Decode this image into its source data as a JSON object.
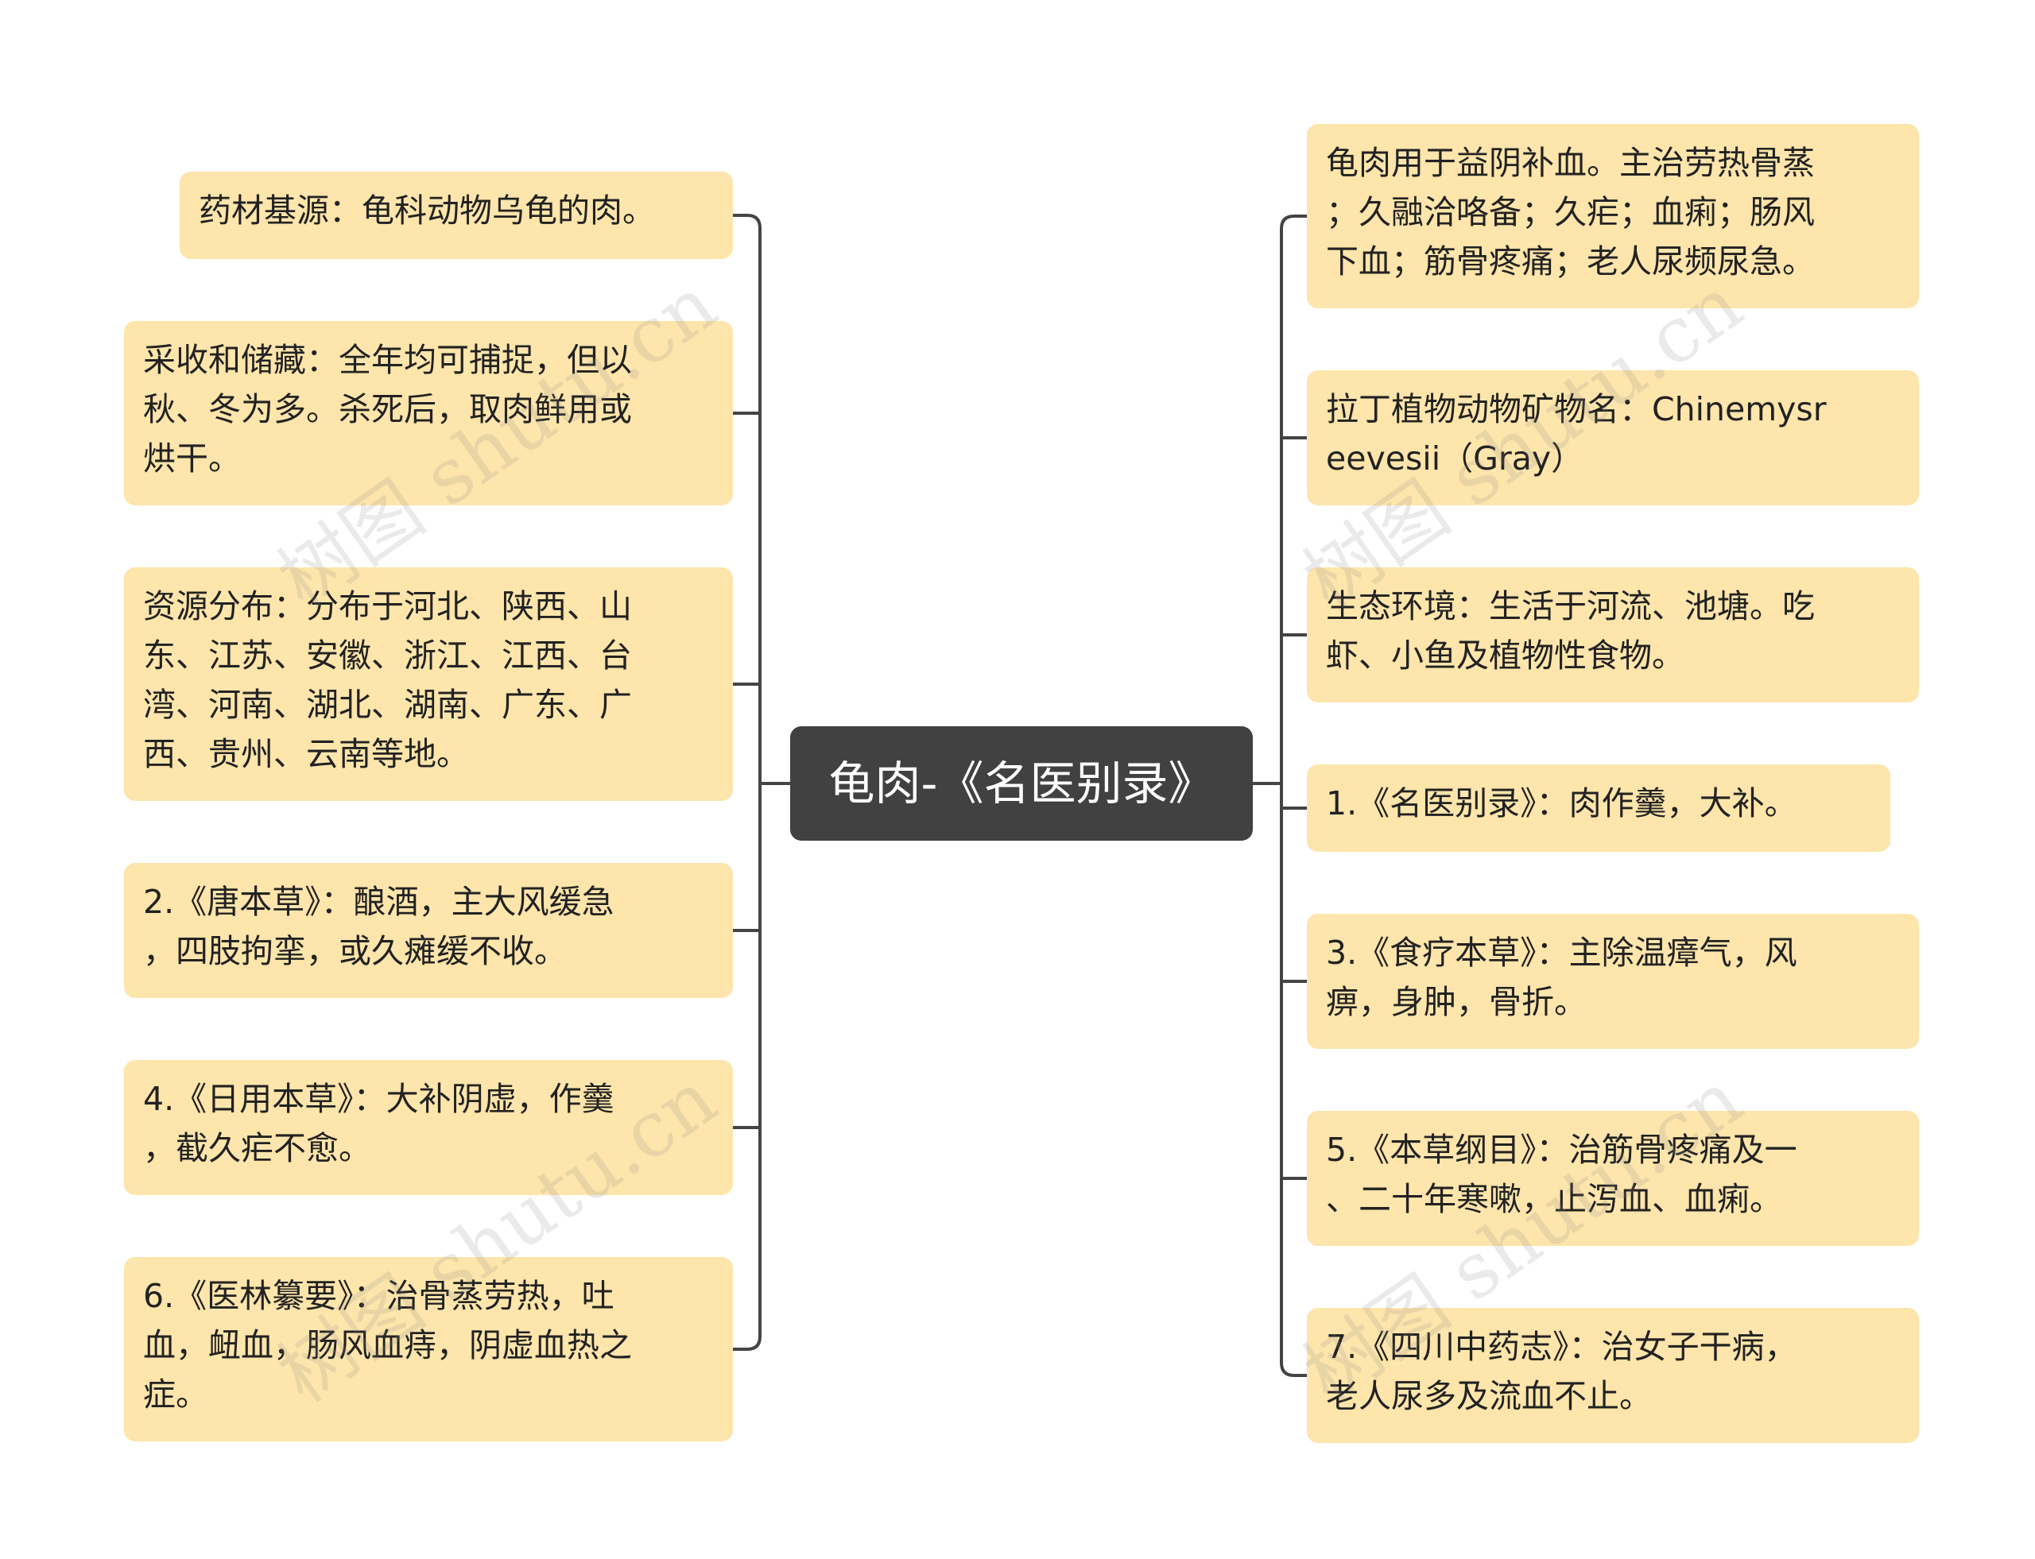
{
  "root": {
    "label": "龟肉-《名医别录》"
  },
  "left_nodes": [
    {
      "text": "药材基源：龟科动物乌龟的肉。"
    },
    {
      "text": "采收和储藏：全年均可捕捉，但以\n秋、冬为多。杀死后，取肉鲜用或\n烘干。"
    },
    {
      "text": "资源分布：分布于河北、陕西、山\n东、江苏、安徽、浙江、江西、台\n湾、河南、湖北、湖南、广东、广\n西、贵州、云南等地。"
    },
    {
      "text": "2.《唐本草》：酿酒，主大风缓急\n，四肢拘挛，或久瘫缓不收。"
    },
    {
      "text": "4.《日用本草》：大补阴虚，作羹\n，截久疟不愈。"
    },
    {
      "text": "6.《医林纂要》：治骨蒸劳热，吐\n血，衄血，肠风血痔，阴虚血热之\n症。"
    }
  ],
  "right_nodes": [
    {
      "text": "龟肉用于益阴补血。主治劳热骨蒸\n；久融洽咯备；久疟；血痢；肠风\n下血；筋骨疼痛；老人尿频尿急。"
    },
    {
      "text": "拉丁植物动物矿物名：Chinemysr\neevesii（Gray）"
    },
    {
      "text": "生态环境：生活于河流、池塘。吃\n虾、小鱼及植物性食物。"
    },
    {
      "text": "1.《名医别录》：肉作羹，大补。"
    },
    {
      "text": "3.《食疗本草》：主除温瘴气，风\n痹，身肿，骨折。"
    },
    {
      "text": "5.《本草纲目》：治筋骨疼痛及一\n、二十年寒嗽，止泻血、血痢。"
    },
    {
      "text": "7.《四川中药志》：治女子干病，\n老人尿多及流血不止。"
    }
  ],
  "watermark": "树图 shutu.cn",
  "colors": {
    "node_bg": "#fde5ab",
    "root_bg": "#414141",
    "connector": "#444444"
  }
}
